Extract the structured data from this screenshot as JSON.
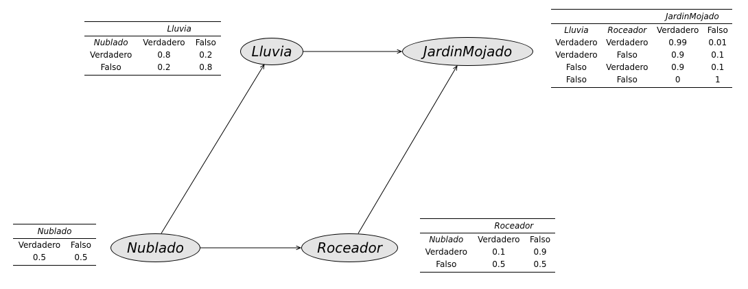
{
  "nodes": {
    "lluvia": "Lluvia",
    "jardin": "JardinMojado",
    "nublado": "Nublado",
    "roceador": "Roceador"
  },
  "tables": {
    "lluvia": {
      "variable": "Lluvia",
      "parents": [
        "Nublado"
      ],
      "states": [
        "Verdadero",
        "Falso"
      ],
      "rows": [
        [
          "Verdadero",
          "0.8",
          "0.2"
        ],
        [
          "Falso",
          "0.2",
          "0.8"
        ]
      ]
    },
    "jardin": {
      "variable": "JardinMojado",
      "parents": [
        "Lluvia",
        "Roceador"
      ],
      "states": [
        "Verdadero",
        "Falso"
      ],
      "rows": [
        [
          "Verdadero",
          "Verdadero",
          "0.99",
          "0.01"
        ],
        [
          "Verdadero",
          "Falso",
          "0.9",
          "0.1"
        ],
        [
          "Falso",
          "Verdadero",
          "0.9",
          "0.1"
        ],
        [
          "Falso",
          "Falso",
          "0",
          "1"
        ]
      ]
    },
    "nublado": {
      "variable": "Nublado",
      "parents": [],
      "states": [
        "Verdadero",
        "Falso"
      ],
      "rows": [
        [
          "0.5",
          "0.5"
        ]
      ]
    },
    "roceador": {
      "variable": "Roceador",
      "parents": [
        "Nublado"
      ],
      "states": [
        "Verdadero",
        "Falso"
      ],
      "rows": [
        [
          "Verdadero",
          "0.1",
          "0.9"
        ],
        [
          "Falso",
          "0.5",
          "0.5"
        ]
      ]
    }
  }
}
